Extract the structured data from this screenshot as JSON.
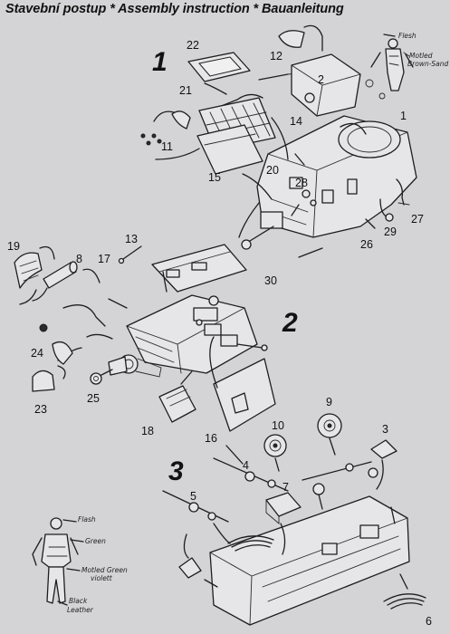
{
  "title": "Stavební postup * Assembly instruction * Bauanleitung",
  "steps": [
    "1",
    "2",
    "3"
  ],
  "part_numbers": {
    "p1": "1",
    "p2": "2",
    "p3": "3",
    "p4": "4",
    "p5": "5",
    "p6": "6",
    "p7": "7",
    "p8": "8",
    "p9": "9",
    "p10": "10",
    "p11": "11",
    "p12": "12",
    "p13": "13",
    "p14": "14",
    "p15": "15",
    "p16": "16",
    "p17": "17",
    "p18": "18",
    "p19": "19",
    "p20": "20",
    "p21": "21",
    "p22": "22",
    "p23": "23",
    "p24": "24",
    "p25": "25",
    "p26": "26",
    "p27": "27",
    "p28": "28",
    "p29": "29",
    "p30": "30"
  },
  "paint_notes_top": [
    "Flesh",
    "Motled",
    "Brown-Sand"
  ],
  "paint_notes_bottom": [
    "Flash",
    "Green",
    "Motled Green",
    "violett",
    "Black",
    "Leather"
  ]
}
